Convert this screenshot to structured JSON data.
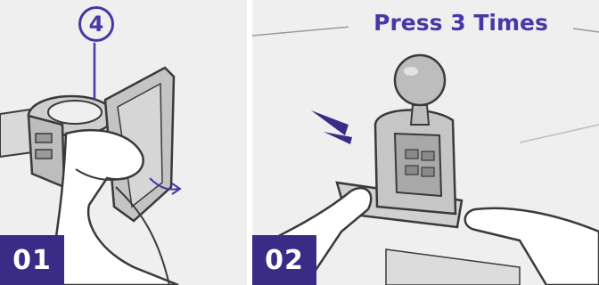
{
  "panels": [
    {
      "step": "01",
      "callout_number": "4"
    },
    {
      "step": "02",
      "caption": "Press 3 Times"
    }
  ],
  "colors": {
    "accent": "#4b36a6",
    "badge": "#3a2b86",
    "panel_bg": "#efefef",
    "line": "#3a3a3a"
  },
  "icons": [
    "mount-clamp-illustration",
    "hand-illustration",
    "arrow-icon",
    "ball-joint-mount-illustration",
    "press-indicator-icon"
  ]
}
